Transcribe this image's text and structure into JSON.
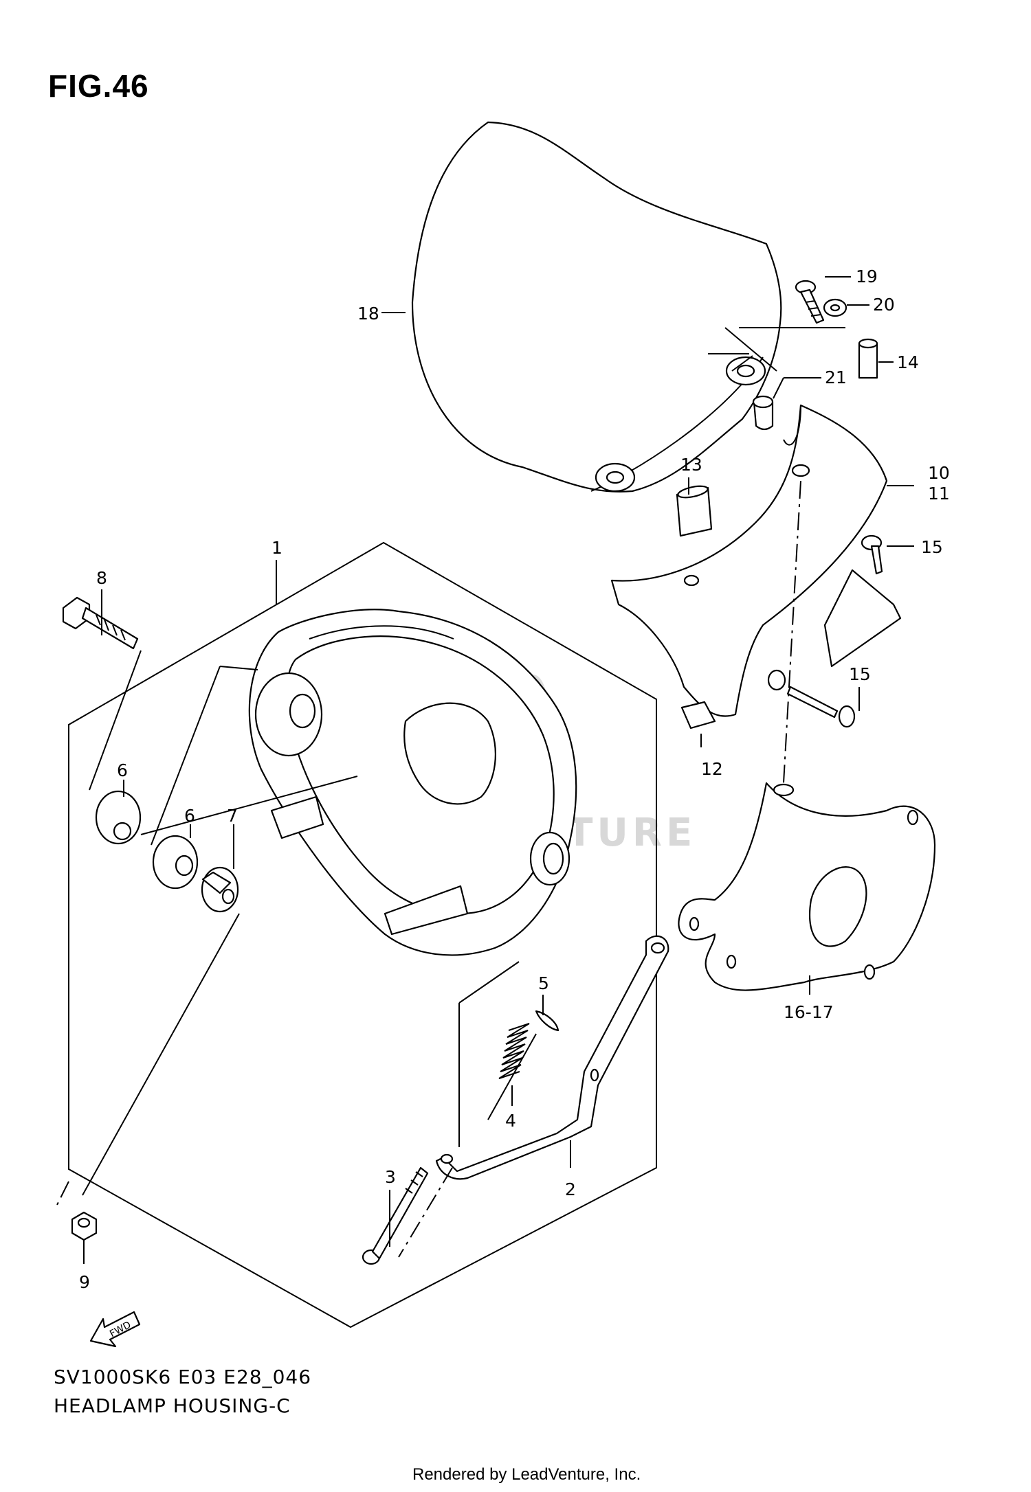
{
  "figure": {
    "title": "FIG.46",
    "code": "SV1000SK6 E03 E28_046",
    "name": "HEADLAMP HOUSING-C",
    "credit": "Rendered by LeadVenture, Inc.",
    "watermark": "LEADVENTURE",
    "fwd_label": "FWD"
  },
  "callouts": [
    "1",
    "2",
    "3",
    "4",
    "5",
    "6",
    "6",
    "7",
    "8",
    "9",
    "10",
    "11",
    "12",
    "13",
    "14",
    "15",
    "15",
    "16-17",
    "18",
    "19",
    "20",
    "21"
  ],
  "colors": {
    "ink": "#000000",
    "paper": "#ffffff",
    "watermark": "#d8d8d8"
  }
}
